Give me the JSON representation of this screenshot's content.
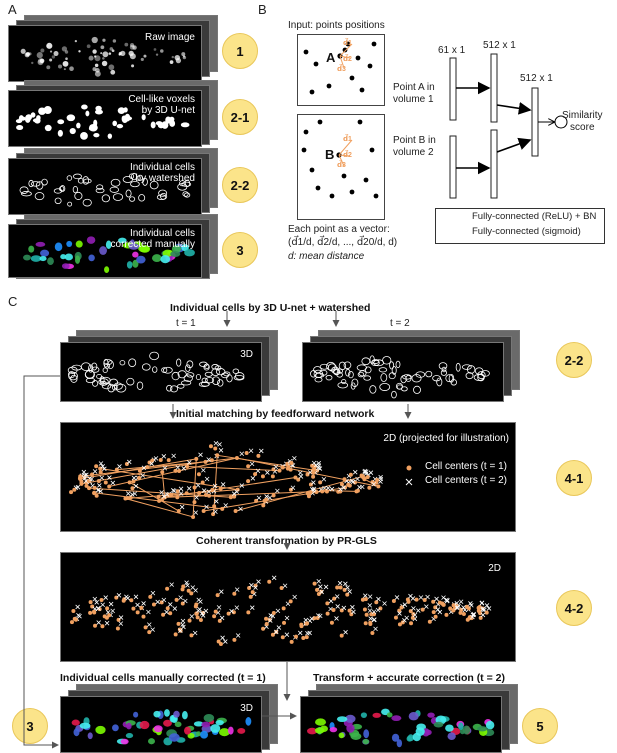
{
  "panels": {
    "a": "A",
    "b": "B",
    "c": "C"
  },
  "panel_a": {
    "rows": [
      {
        "caption": "Raw image",
        "badge": "1"
      },
      {
        "caption": "Cell-like voxels\nby 3D U-net",
        "badge": "2-1"
      },
      {
        "caption": "Individual cells\nby watershed",
        "badge": "2-2"
      },
      {
        "caption": "Individual cells\ncorrected manually",
        "badge": "3"
      }
    ]
  },
  "panel_b": {
    "input_title": "Input: points positions",
    "point_a": "A",
    "point_b": "B",
    "d1": "d⃗1",
    "d2": "d⃗2",
    "d3": "d⃗3",
    "layer1_size": "61 x 1",
    "layer2_size": "512 x 1",
    "layer3_size": "512 x 1",
    "label_a": "Point A in\nvolume 1",
    "label_b": "Point B in\nvolume 2",
    "similarity": "Similarity\nscore",
    "vector_line1": "Each point as a vector:",
    "vector_line2": "(d⃗1/d, d⃗2/d, ..., d⃗20/d, d)",
    "vector_line3": "d: mean distance",
    "legend_relu": "Fully-connected (ReLU) + BN",
    "legend_sigmoid": "Fully-connected (sigmoid)"
  },
  "panel_c": {
    "title_unet": "Individual cells by 3D U-net + watershed",
    "t1": "t = 1",
    "t2": "t = 2",
    "label_3d": "3D",
    "badge_22": "2-2",
    "title_initial": "Initial matching by feedforward network",
    "label_2d_proj": "2D (projected for illustration)",
    "legend_t1": "Cell centers (t = 1)",
    "legend_t2": "Cell centers (t = 2)",
    "badge_41": "4-1",
    "title_coherent": "Coherent transformation by PR-GLS",
    "label_2d": "2D",
    "badge_42": "4-2",
    "title_manual": "Individual cells manually corrected (t = 1)",
    "title_transform": "Transform + accurate correction (t = 2)",
    "label_3d_b": "3D",
    "badge_3": "3",
    "badge_5": "5"
  },
  "colors": {
    "orange": "#f0a060",
    "badge": "#fbe48a",
    "dark": "#000000"
  }
}
